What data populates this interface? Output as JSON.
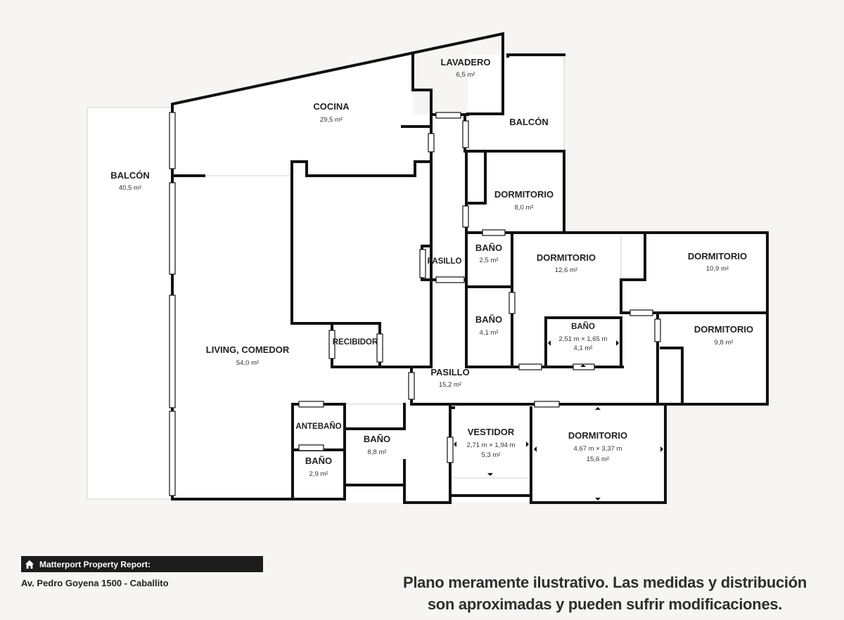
{
  "rooms": {
    "lavadero": {
      "name": "LAVADERO",
      "area": "6,5 m²"
    },
    "cocina": {
      "name": "COCINA",
      "area": "29,5 m²"
    },
    "balcon_right": {
      "name": "BALCÓN"
    },
    "balcon_left": {
      "name": "BALCÓN",
      "area": "40,5 m²"
    },
    "dormitorio_1": {
      "name": "DORMITORIO",
      "area": "8,0 m²"
    },
    "pasillo_upper": {
      "name": "PASILLO"
    },
    "bano_1": {
      "name": "BAÑO",
      "area": "2,5 m²"
    },
    "dormitorio_2": {
      "name": "DORMITORIO",
      "area": "12,6 m²"
    },
    "dormitorio_3": {
      "name": "DORMITORIO",
      "area": "10,9 m²"
    },
    "bano_2": {
      "name": "BAÑO",
      "area": "4,1 m²"
    },
    "bano_3": {
      "name": "BAÑO",
      "dims": "2,51 m × 1,65 m",
      "area": "4,1 m²"
    },
    "dormitorio_4": {
      "name": "DORMITORIO",
      "area": "9,8 m²"
    },
    "recibidor": {
      "name": "RECIBIDOR"
    },
    "living": {
      "name": "LIVING, COMEDOR",
      "area": "54,0 m²"
    },
    "pasillo_main": {
      "name": "PASILLO",
      "area": "15,2 m²"
    },
    "antebano": {
      "name": "ANTEBAÑO"
    },
    "bano_4": {
      "name": "BAÑO",
      "area": "8,8 m²"
    },
    "bano_5": {
      "name": "BAÑO",
      "area": "2,9 m²"
    },
    "vestidor": {
      "name": "VESTIDOR",
      "dims": "2,71 m × 1,94 m",
      "area": "5,3 m²"
    },
    "dormitorio_5": {
      "name": "DORMITORIO",
      "dims": "4,67 m × 3,37 m",
      "area": "15,6 m²"
    }
  },
  "footer": {
    "report_label": "Matterport Property Report:",
    "address": "Av. Pedro Goyena 1500 - Caballito",
    "disclaimer_line1": "Plano meramente ilustrativo. Las medidas y distribución",
    "disclaimer_line2": "son aproximadas y pueden sufrir modificaciones."
  },
  "colors": {
    "wall": "#111111",
    "floor": "#ffffff",
    "background": "#f6f5f3",
    "report_bar": "#1c1c1c"
  },
  "icons": {
    "report": "home-icon"
  }
}
